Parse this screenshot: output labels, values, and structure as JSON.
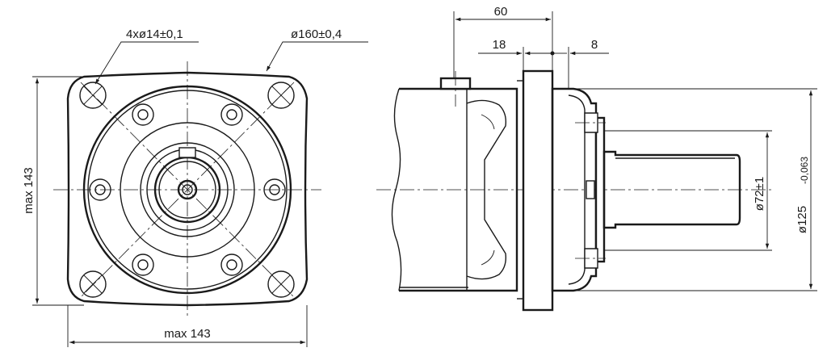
{
  "front_view": {
    "bolt_holes_label": "4xø14±0,1",
    "bolt_circle_label": "ø160±0,4",
    "width_label": "max 143",
    "height_label": "max 143"
  },
  "side_view": {
    "length_label": "60",
    "flange_label": "18",
    "pilot_label": "8",
    "shaft_diameter_label": "ø72±1",
    "pilot_diameter_label": "ø125",
    "pilot_tolerance_label": "-0,063"
  }
}
